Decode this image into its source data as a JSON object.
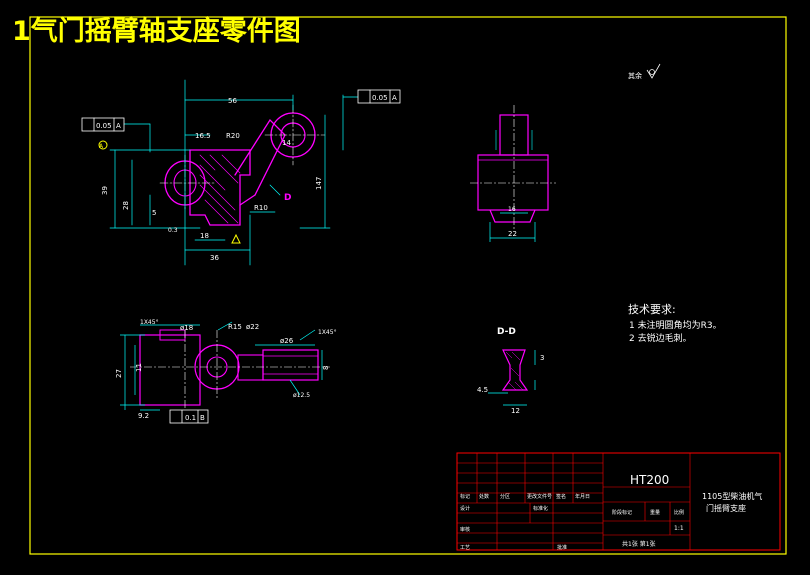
{
  "title": "1气门摇臂轴支座零件图",
  "colors": {
    "background": "#000000",
    "border": "#ffff00",
    "title": "#ffff00",
    "outline": "#ff00ff",
    "dimension": "#00ffff",
    "text": "#ffffff",
    "hatch": "#ff00ff",
    "table": "#ff0000",
    "table_text": "#ffffff"
  },
  "top_view_dims": {
    "d1": "56",
    "d2": "16.5",
    "d3": "R20",
    "d4": "39",
    "d5": "14",
    "d6": "5",
    "d7": "36",
    "d8": "28",
    "d9": "18",
    "d10": "R10",
    "d11": "0.3",
    "d12": "147",
    "section_label": "D",
    "tol1": "0.05",
    "tol1_ref": "A",
    "tol2": "0.05",
    "tol2_ref": "A",
    "hole_tag": "A"
  },
  "side_view_dims": {
    "d1": "22",
    "d2": "16"
  },
  "bottom_view_dims": {
    "d1": "1X45°",
    "d2": "ø18",
    "d3": "R15",
    "d4": "ø22",
    "d5": "1X45°",
    "d6": "ø26",
    "d7": "ø12.5",
    "d8": "9.2",
    "d9": "27",
    "d10": "11",
    "d11": "8",
    "tol": "0.1",
    "tol_ref": "B"
  },
  "section_view": {
    "label": "D-D",
    "d1": "12",
    "d2": "4.5",
    "d3": "3"
  },
  "tech_requirements": {
    "heading": "技术要求:",
    "items": [
      "1 未注明圆角均为R3。",
      "2 去锐边毛刺。"
    ]
  },
  "surface_note": "其余",
  "title_block": {
    "material": "HT200",
    "part_name_line1": "1105型柴油机气",
    "part_name_line2": "门摇臂支座",
    "scale": "1:1",
    "sheet": "共1张 第1张",
    "labels": [
      "标记",
      "处数",
      "分区",
      "更改文件号",
      "签名",
      "年月日",
      "设计",
      "标准化",
      "阶段标记",
      "重量",
      "比例",
      "审核",
      "工艺",
      "批准"
    ]
  }
}
